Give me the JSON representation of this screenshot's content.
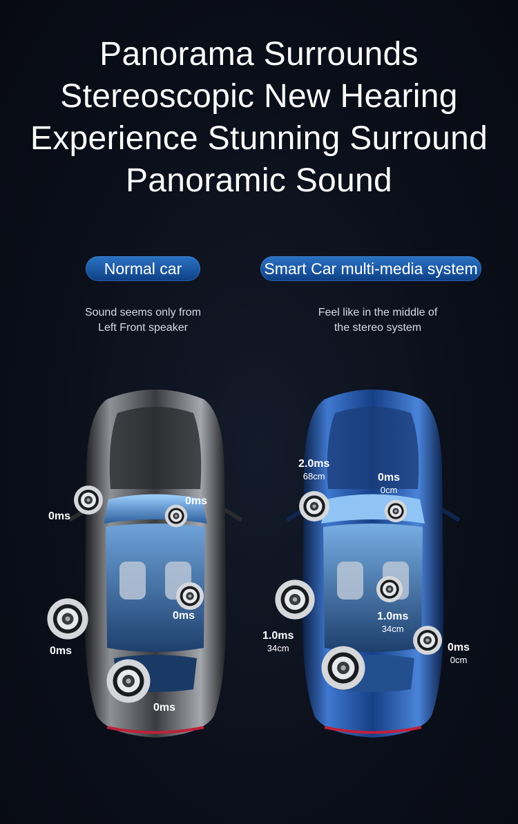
{
  "headline": {
    "lines": [
      "Panorama Surrounds",
      "Stereoscopic New Hearing",
      "Experience Stunning Surround",
      "Panoramic Sound"
    ]
  },
  "left_panel": {
    "pill_label": "Normal car",
    "description": [
      "Sound seems only from",
      "Left Front speaker"
    ],
    "car_color": "#4a4d52",
    "speakers": [
      {
        "label": "0ms"
      },
      {
        "label": "0ms"
      },
      {
        "label": "0ms"
      },
      {
        "label": "0ms"
      },
      {
        "label": "0ms"
      }
    ]
  },
  "right_panel": {
    "pill_label": "Smart Car multi-media system",
    "description": [
      "Feel like in the middle of",
      "the stereo system"
    ],
    "car_color": "#1d4f9e",
    "speakers": [
      {
        "delay": "2.0ms",
        "distance": "68cm"
      },
      {
        "delay": "0ms",
        "distance": "0cm"
      },
      {
        "delay": "1.0ms",
        "distance": "34cm"
      },
      {
        "delay": "1.0ms",
        "distance": "34cm"
      },
      {
        "delay": "0ms",
        "distance": "0cm"
      }
    ]
  },
  "colors": {
    "background": "#0b0f1a",
    "pill": "#1a5aa8",
    "speaker_ring": "#c9ccd1"
  }
}
